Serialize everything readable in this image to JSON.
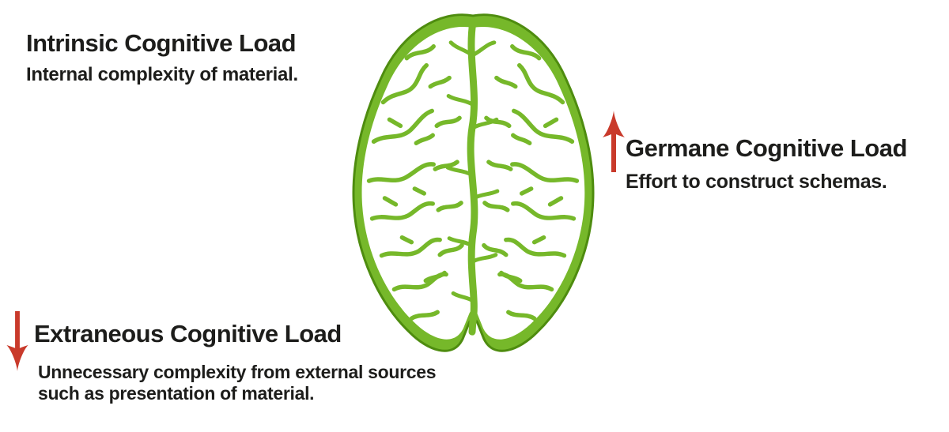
{
  "diagram": {
    "background": "#ffffff",
    "text_color": "#1d1d1b",
    "brain_color": "#76b82a",
    "brain_outline_color": "#4e8c0f",
    "arrow_color": "#c93a2b"
  },
  "labels": {
    "intrinsic": {
      "heading": "Intrinsic Cognitive Load",
      "description": "Internal complexity of material."
    },
    "germane": {
      "heading": "Germane Cognitive Load",
      "description": "Effort to construct schemas."
    },
    "extraneous": {
      "heading": "Extraneous Cognitive Load",
      "description_line1": "Unnecessary complexity from external sources",
      "description_line2": "such as presentation of material."
    }
  },
  "icons": {
    "brain": "brain-top-view",
    "germane_arrow": "arrow-up",
    "extraneous_arrow": "arrow-down"
  }
}
